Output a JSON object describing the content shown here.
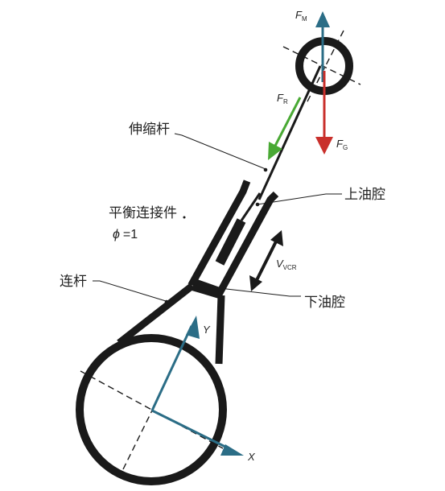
{
  "labels": {
    "telescopic_rod": "伸缩杆",
    "balance_connector": "平衡连接件",
    "phi_symbol": "ϕ",
    "phi_value": "=1",
    "upper_oil_chamber": "上油腔",
    "lower_oil_chamber": "下油腔",
    "connecting_rod": "连杆"
  },
  "forces": {
    "fm": {
      "main": "F",
      "sub": "M"
    },
    "fr": {
      "main": "F",
      "sub": "R"
    },
    "fg": {
      "main": "F",
      "sub": "G"
    }
  },
  "velocity": {
    "main": "V",
    "sub": "VCR"
  },
  "axes": {
    "x": "X",
    "y": "Y"
  },
  "colors": {
    "fm_arrow": "#2b6d86",
    "fr_arrow": "#49a934",
    "fg_arrow": "#c9302c",
    "axis_arrow": "#2b6d86",
    "structure": "#1a1a1a"
  }
}
